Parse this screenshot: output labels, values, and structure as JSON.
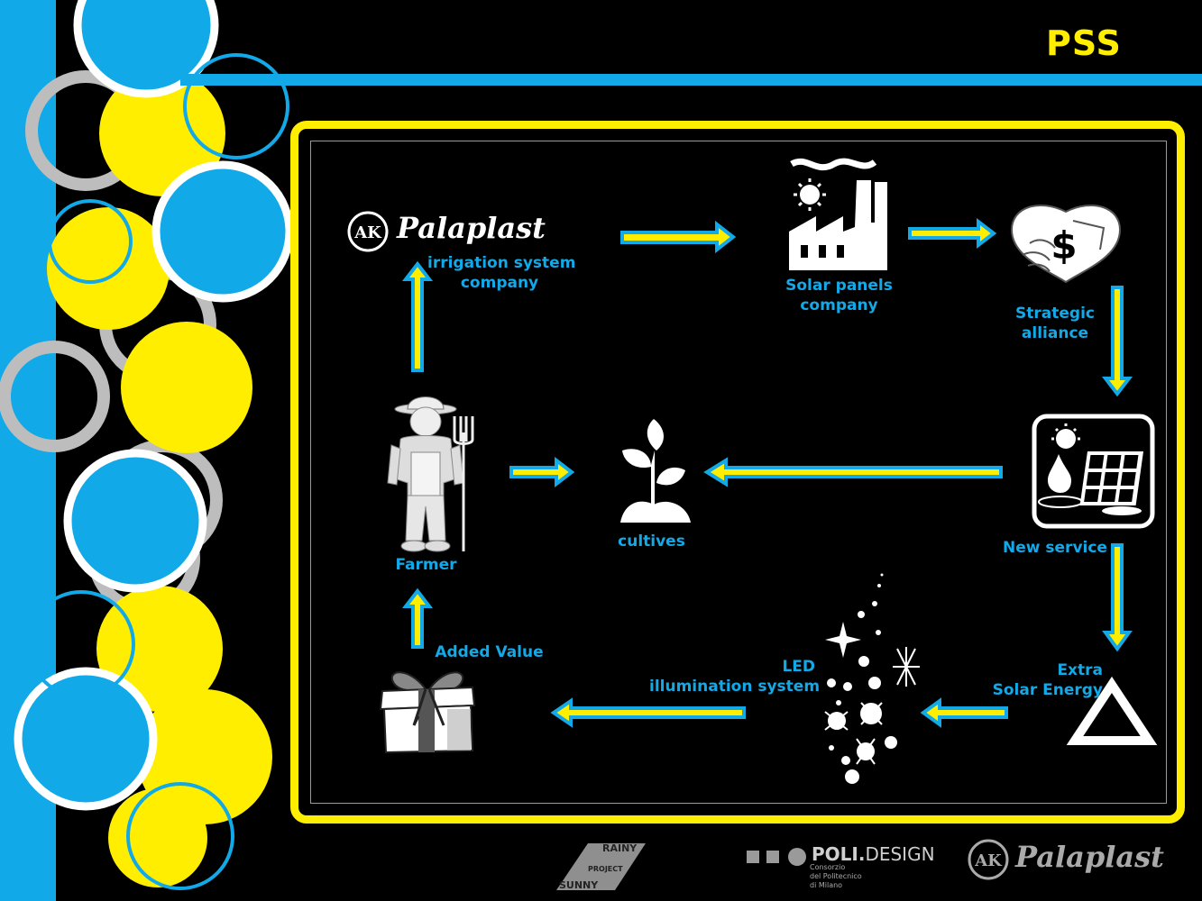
{
  "slide": {
    "title": "PSS",
    "colors": {
      "accent_blue": "#12a9e8",
      "accent_yellow": "#ffee00",
      "background": "#000000",
      "grey": "#cfcfcf"
    }
  },
  "diagram": {
    "brand": {
      "name": "Palaplast",
      "badge": "AK"
    },
    "nodes": {
      "irrigation": {
        "label_line1": "irrigation system",
        "label_line2": "company",
        "icon": "palaplast-logo"
      },
      "solar_company": {
        "label_line1": "Solar panels",
        "label_line2": "company",
        "icon": "factory-icon"
      },
      "alliance": {
        "label_line1": "Strategic",
        "label_line2": "alliance",
        "icon": "handshake-dollar-icon",
        "symbol": "$"
      },
      "new_service": {
        "label": "New service",
        "icon": "solar-water-service-icon"
      },
      "extra_energy": {
        "label_line1": "Extra",
        "label_line2": "Solar Energy",
        "icon": "triangle-icon"
      },
      "led": {
        "label_line1": "LED",
        "label_line2": "illumination system",
        "icon": "sparkles-icon"
      },
      "added_value": {
        "label": "Added Value",
        "icon": "gift-icon"
      },
      "farmer": {
        "label": "Farmer",
        "icon": "farmer-icon"
      },
      "cultives": {
        "label": "cultives",
        "icon": "sprout-icon"
      }
    }
  },
  "footer": {
    "rainy_sunny": {
      "word_top": "RAINY",
      "word_mid": "PROJECT",
      "word_bottom": "SUNNY"
    },
    "polidesign": {
      "brand_bold": "POLI.",
      "brand_light": "DESIGN",
      "line1": "Consorzio",
      "line2": "del Politecnico",
      "line3": "di Milano"
    },
    "palaplast": {
      "name": "Palaplast",
      "badge": "AK"
    }
  }
}
